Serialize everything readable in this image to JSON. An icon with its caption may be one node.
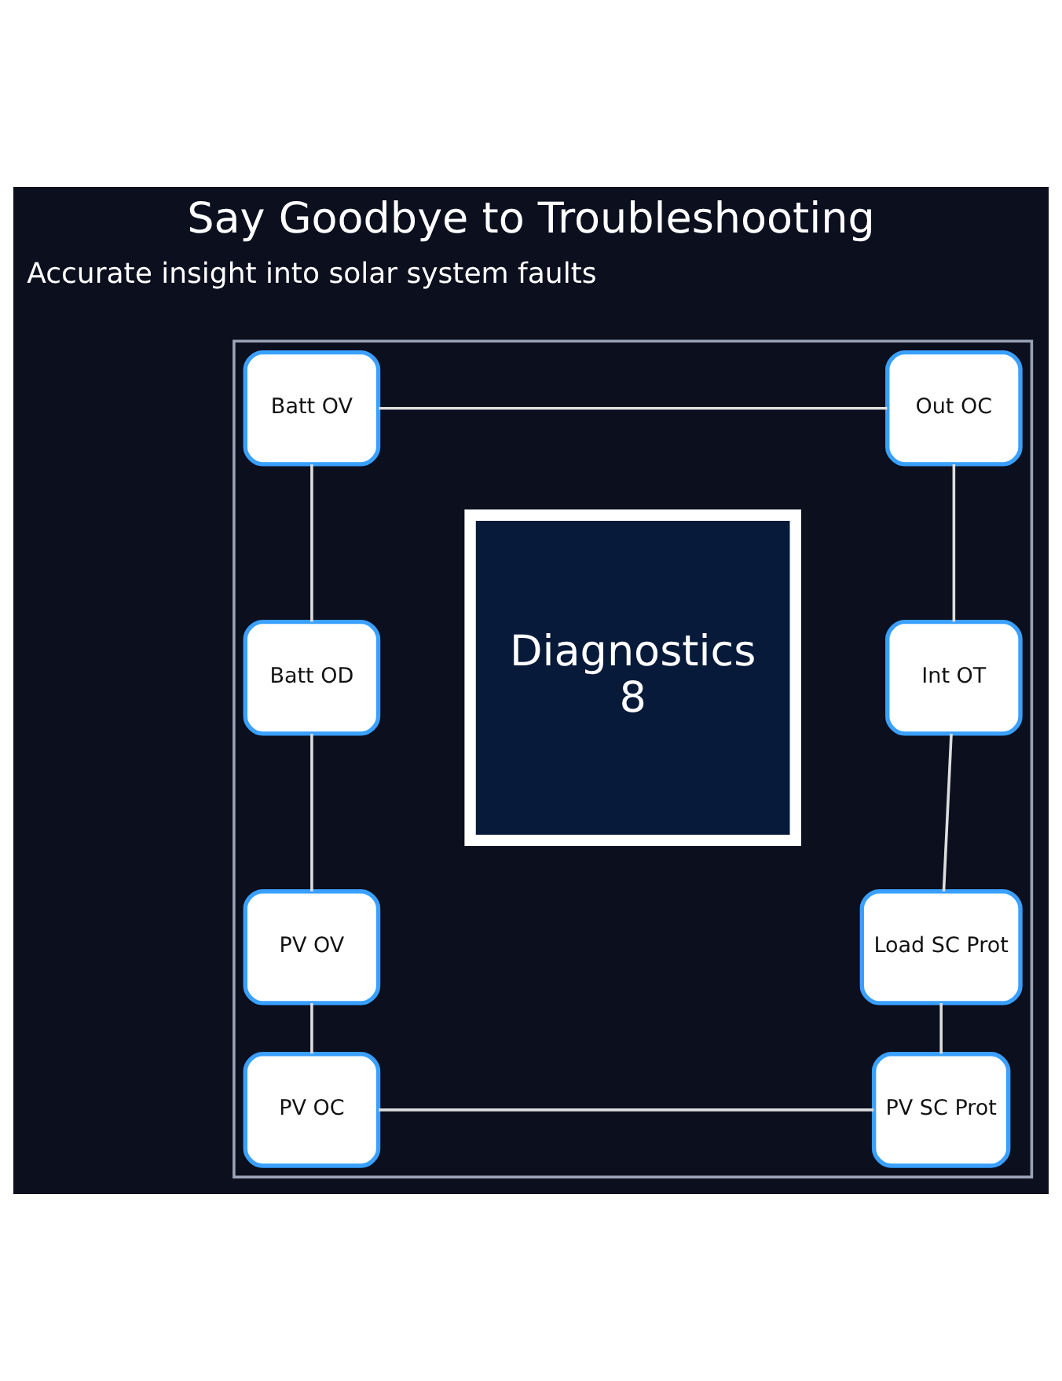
{
  "diagram": {
    "title": "Say Goodbye to Troubleshooting",
    "nodes": [
      {
        "text": [],
        "shape": "box"
      },
      {
        "text": [
          "Diagnostics",
          "8"
        ],
        "in": 0
      },
      {
        "text": [
          "Batt OV"
        ],
        "in": 0
      },
      {
        "text": [
          "Batt OD"
        ],
        "in": 0
      },
      {
        "text": [
          "PV OV"
        ],
        "in": 0
      },
      {
        "text": [
          "PV OC"
        ],
        "in": 0
      },
      {
        "text": [
          "Out OC"
        ],
        "in": 0
      },
      {
        "text": [
          "Int OT"
        ],
        "in": 0
      },
      {
        "text": [
          "Load SC Prot"
        ],
        "in": 0
      },
      {
        "text": [
          "PV SC Prot"
        ],
        "in": 0
      }
    ],
    "edges": [
      {
        "from": 2,
        "to": 6,
        "arrow": "none"
      },
      {
        "from": 2,
        "to": 3,
        "arrow": "none"
      },
      {
        "from": 3,
        "to": 4,
        "arrow": "none"
      },
      {
        "from": 4,
        "to": 5,
        "arrow": "none"
      },
      {
        "from": 6,
        "to": 7,
        "arrow": "none"
      },
      {
        "from": 7,
        "to": 8,
        "arrow": "none"
      },
      {
        "from": 8,
        "to": 9,
        "arrow": "none"
      },
      {
        "from": 5,
        "to": 9,
        "arrow": "none"
      }
    ],
    "labels": [
      "Accurate insight into solar system faults"
    ]
  }
}
